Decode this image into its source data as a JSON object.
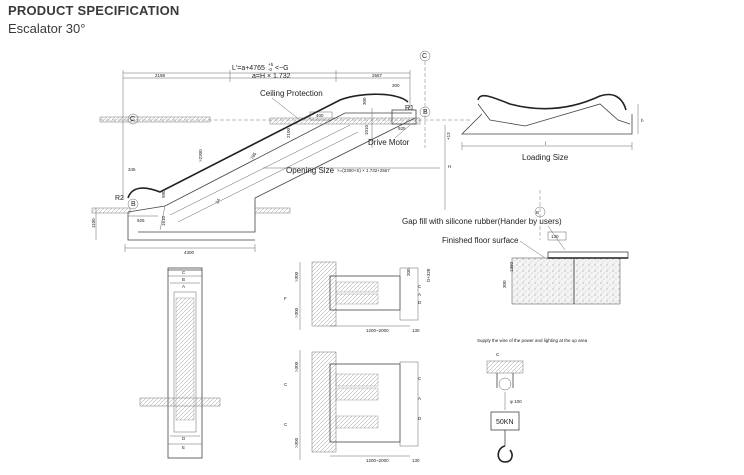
{
  "header": {
    "title": "PRODUCT SPECIFICATION",
    "subtitle": "Escalator 30°"
  },
  "side_view": {
    "formula_top": "L'=a+4765",
    "formula_top_tol": "+5",
    "formula_top_tol2": "-0",
    "formula_top_g": "<~G",
    "formula_second": "a=H × 1.732",
    "dim_2198": "2198",
    "dim_2567": "2567",
    "dim_300_top": "300",
    "dim_400": "400",
    "dim_925_top": "925",
    "dim_1010_top": "1010",
    "dim_300_small": "300",
    "dim_2300": ">2300",
    "dim_785": "785",
    "dim_980": "980",
    "dim_1610": "1610",
    "dim_925_bottom": "925",
    "dim_1100": "1100",
    "dim_345": "345",
    "dim_4300": "4300",
    "dim_24": "24",
    "ceiling_label": "Ceiling Protection",
    "drive_label": "Drive Motor",
    "opening_label": "Opening Size",
    "opening_formula": ">=(2300+S) × 1.732+2567",
    "label_r1": "R1",
    "label_r2": "R2",
    "label_b_top": "B",
    "label_b_bottom": "B",
    "label_c_left": "C",
    "label_c_top": "C",
    "dim_plus13": "+13",
    "dim_h": "H",
    "dim_2100": "2100"
  },
  "loading": {
    "label": "Loading Size",
    "dim_l": "l",
    "dim_h": "h"
  },
  "floor_detail": {
    "gap_label": "Gap fill with silicone rubber(Hander by users)",
    "floor_label": "Finished floor surface",
    "dim_130": "130",
    "dim_300": "300",
    "dim_1350": "1350",
    "mark_top": "B",
    "supply_note": "Supply the wire of the power and lighting at the up area"
  },
  "hook_detail": {
    "label_c": "C",
    "dim_phi": "φ 100",
    "load": "50KN"
  },
  "plan_view": {
    "label_c": "C",
    "label_b": "B",
    "label_a": "A",
    "label_d": "D",
    "label_e": "E"
  },
  "layout_top": {
    "dim_300a": ">300",
    "dim_f": "F",
    "dim_300b": ">300",
    "dim_200": "200",
    "dim_c": "C",
    "dim_a": "A",
    "dim_d": "D",
    "dim_328": "D+328",
    "dim_range": "1200~2000",
    "dim_130": "130",
    "labels_row": [
      "C",
      "A",
      "D"
    ]
  },
  "layout_bottom": {
    "dim_300a": ">300",
    "dim_300b": ">300",
    "dim_c1": "C",
    "dim_c2": "C",
    "dim_range": "1200~2000",
    "dim_130": "130",
    "labels_row": [
      "C",
      "A",
      "D"
    ]
  }
}
